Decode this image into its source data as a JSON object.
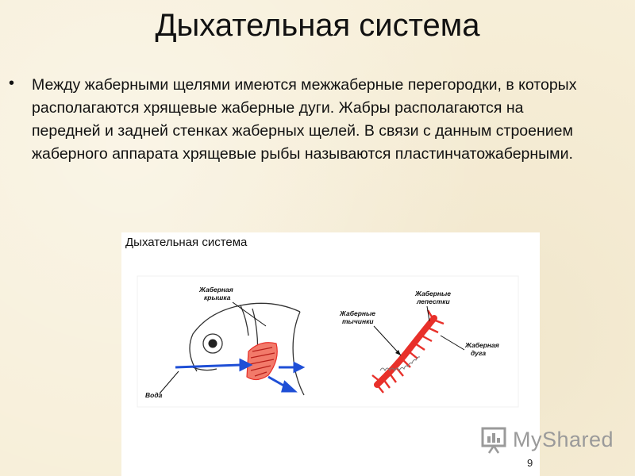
{
  "slide": {
    "title": "Дыхательная система",
    "bullet_marker": "•",
    "bullet_text": "Между жаберными щелями имеются межжаберные перегородки, в которых располагаются хрящевые жаберные дуги. Жабры располагаются на передней и задней стенках жаберных щелей. В связи с данным строением жаберного аппарата хрящевые рыбы называются пластинчатожаберными."
  },
  "figure": {
    "title": "Дыхательная система",
    "labels": {
      "operculum_line1": "Жаберная",
      "operculum_line2": "крышка",
      "water": "Вода",
      "rakers_line1": "Жаберные",
      "rakers_line2": "тычинки",
      "filaments_line1": "Жаберные",
      "filaments_line2": "лепестки",
      "arch_line1": "Жаберная",
      "arch_line2": "дуга"
    },
    "colors": {
      "gill_red": "#e8302a",
      "arrow_blue": "#1f4fd6"
    }
  },
  "watermark": {
    "text": "MyShared",
    "icon": "presentation-board-icon"
  },
  "page_number": "9"
}
